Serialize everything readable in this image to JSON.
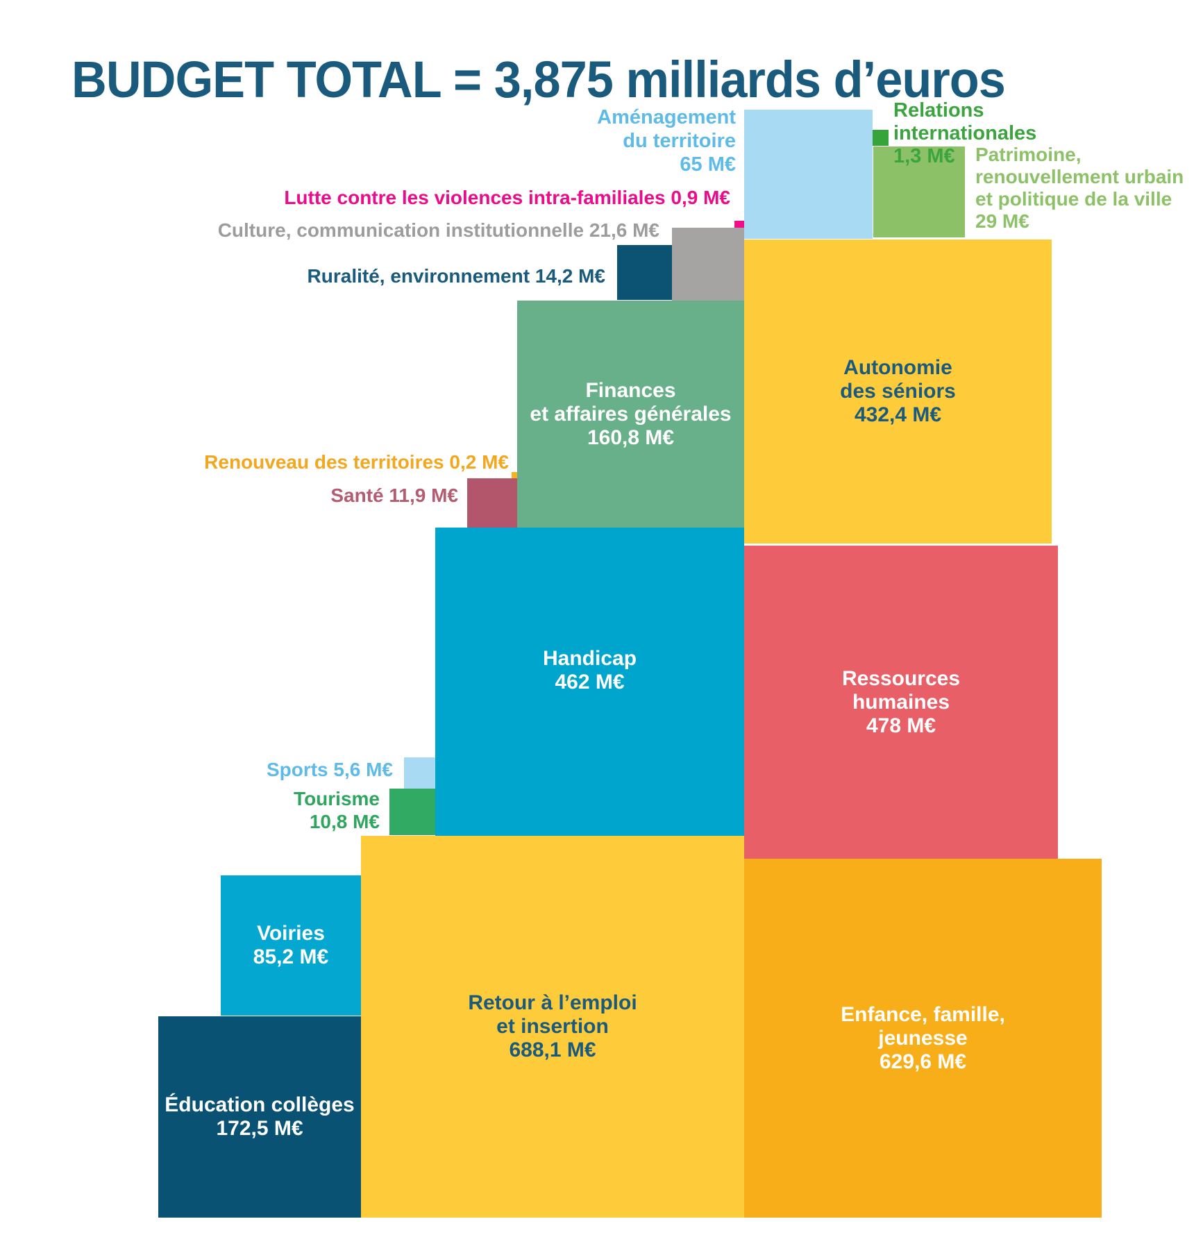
{
  "title": {
    "text": "BUDGET TOTAL = 3,875 milliards d’euros",
    "color": "#1A5A7C"
  },
  "unit": "M€",
  "background": "#FFFFFF",
  "blocks": {
    "amenagement": {
      "lines": [
        "Aménagement",
        "du territoire",
        "65 M€"
      ],
      "square_color": "#A9DAF4",
      "text_color": "#5EBBE9"
    },
    "relations": {
      "lines": [
        "Relations internationales",
        "1,3 M€"
      ],
      "square_color": "#37A43B",
      "text_color": "#3BA43F"
    },
    "patrimoine": {
      "lines": [
        "Patrimoine,",
        "renouvellement urbain",
        "et politique de la ville",
        "29 M€"
      ],
      "square_color": "#8DC167",
      "text_color": "#8DC167"
    },
    "lutte": {
      "lines": [
        "Lutte contre les violences intra-familiales 0,9 M€"
      ],
      "square_color": "#F20D8C",
      "text_color": "#EA0C8B"
    },
    "culture": {
      "lines": [
        "Culture, communication institutionnelle 21,6 M€"
      ],
      "square_color": "#A5A4A3",
      "text_color": "#9C9C9C"
    },
    "ruralite": {
      "lines": [
        "Ruralité, environnement 14,2 M€"
      ],
      "square_color": "#0C5273",
      "text_color": "#1A5A7C"
    },
    "autonomie": {
      "lines": [
        "Autonomie",
        "des séniors",
        "432,4 M€"
      ],
      "square_color": "#FECB3B",
      "text_color": "#1A5A7C"
    },
    "finances": {
      "lines": [
        "Finances",
        "et affaires générales",
        "160,8 M€"
      ],
      "square_color": "#68B08A",
      "text_color": "#FFFFFF"
    },
    "renouveau": {
      "lines": [
        "Renouveau des territoires 0,2 M€"
      ],
      "square_color": "#F7B31F",
      "text_color": "#F2A71F"
    },
    "sante": {
      "lines": [
        "Santé 11,9 M€"
      ],
      "square_color": "#B3566B",
      "text_color": "#B35C72"
    },
    "handicap": {
      "lines": [
        "Handicap",
        "462 M€"
      ],
      "square_color": "#00A5CE",
      "text_color": "#FFFFFF"
    },
    "ressources": {
      "lines": [
        "Ressources",
        "humaines",
        "478 M€"
      ],
      "square_color": "#E95F68",
      "text_color": "#FFFFFF"
    },
    "sports": {
      "lines": [
        "Sports 5,6 M€"
      ],
      "square_color": "#A9DAF4",
      "text_color": "#5EBBE9"
    },
    "tourisme": {
      "lines": [
        "Tourisme",
        "10,8 M€"
      ],
      "square_color": "#31AA63",
      "text_color": "#2FA55F"
    },
    "retour": {
      "lines": [
        "Retour à l’emploi",
        "et insertion",
        "688,1 M€"
      ],
      "square_color": "#FECB3B",
      "text_color": "#1A5A7C"
    },
    "voiries": {
      "lines": [
        "Voiries",
        "85,2 M€"
      ],
      "square_color": "#04A7D0",
      "text_color": "#FFFFFF"
    },
    "enfance": {
      "lines": [
        "Enfance, famille,",
        "jeunesse",
        "629,6 M€"
      ],
      "square_color": "#F8AE19",
      "text_color": "#FFFFFF"
    },
    "education": {
      "lines": [
        "Éducation collèges",
        "172,5 M€"
      ],
      "square_color": "#0A5273",
      "text_color": "#FFFFFF"
    }
  },
  "chart_data": {
    "type": "area",
    "variant": "proportional-square-area-chart (treemap-style budget infographic, square size ∝ amount)",
    "title": "BUDGET TOTAL = 3,875 milliards d’euros",
    "unit": "M€",
    "legend_position": "labels adjacent to or inside squares",
    "categories": [
      "Aménagement du territoire",
      "Relations internationales",
      "Patrimoine, renouvellement urbain et politique de la ville",
      "Lutte contre les violences intra-familiales",
      "Culture, communication institutionnelle",
      "Ruralité, environnement",
      "Autonomie des séniors",
      "Finances et affaires générales",
      "Renouveau des territoires",
      "Santé",
      "Handicap",
      "Ressources humaines",
      "Sports",
      "Tourisme",
      "Retour à l’emploi et insertion",
      "Voiries",
      "Enfance, famille, jeunesse",
      "Éducation collèges"
    ],
    "values": [
      65,
      1.3,
      29,
      0.9,
      21.6,
      14.2,
      432.4,
      160.8,
      0.2,
      11.9,
      462,
      478,
      5.6,
      10.8,
      688.1,
      85.2,
      629.6,
      172.5
    ]
  }
}
